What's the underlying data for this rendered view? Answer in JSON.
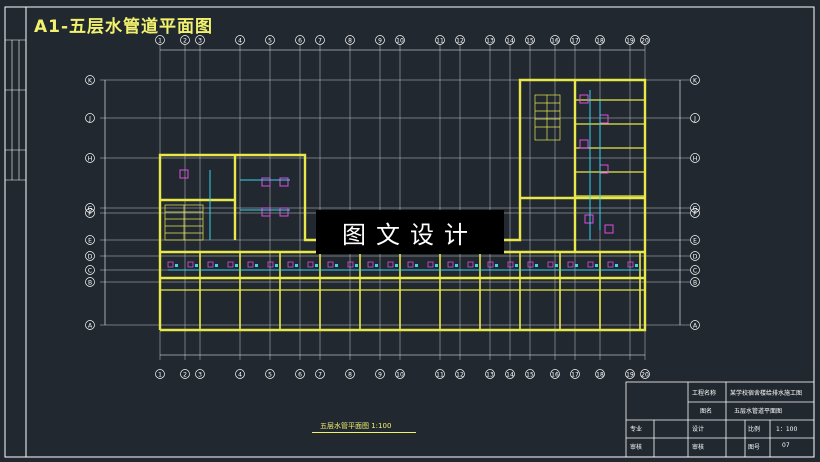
{
  "sheet_title": "A1-五层水管道平面图",
  "watermark": "图文设计",
  "caption": "五层水管平面图 1:100",
  "axis_rows": [
    "K",
    "J",
    "H",
    "G",
    "F",
    "E",
    "D",
    "C",
    "B",
    "A"
  ],
  "axis_cols": [
    "1",
    "2",
    "3",
    "4",
    "5",
    "6",
    "7",
    "8",
    "9",
    "10",
    "11",
    "12",
    "13",
    "14",
    "15",
    "16",
    "17",
    "18",
    "19",
    "20"
  ],
  "title_block": {
    "project_label": "工程名称",
    "project_value": "某学校宿舍楼给排水施工图",
    "drawing_label": "图名",
    "drawing_value": "五层水管道平面图",
    "major_label": "专业",
    "design_label": "设计",
    "scale_label": "比例",
    "scale_value": "1：100",
    "check_label": "审核",
    "review_label": "审核",
    "number_label": "图号",
    "number_value": "07"
  },
  "colors": {
    "background": "#212830",
    "wall": "#e8e84a",
    "grid": "#c8c8c8",
    "pipe": "#3ad2ee",
    "fixture": "#e04ee0",
    "text": "#ffffff"
  }
}
